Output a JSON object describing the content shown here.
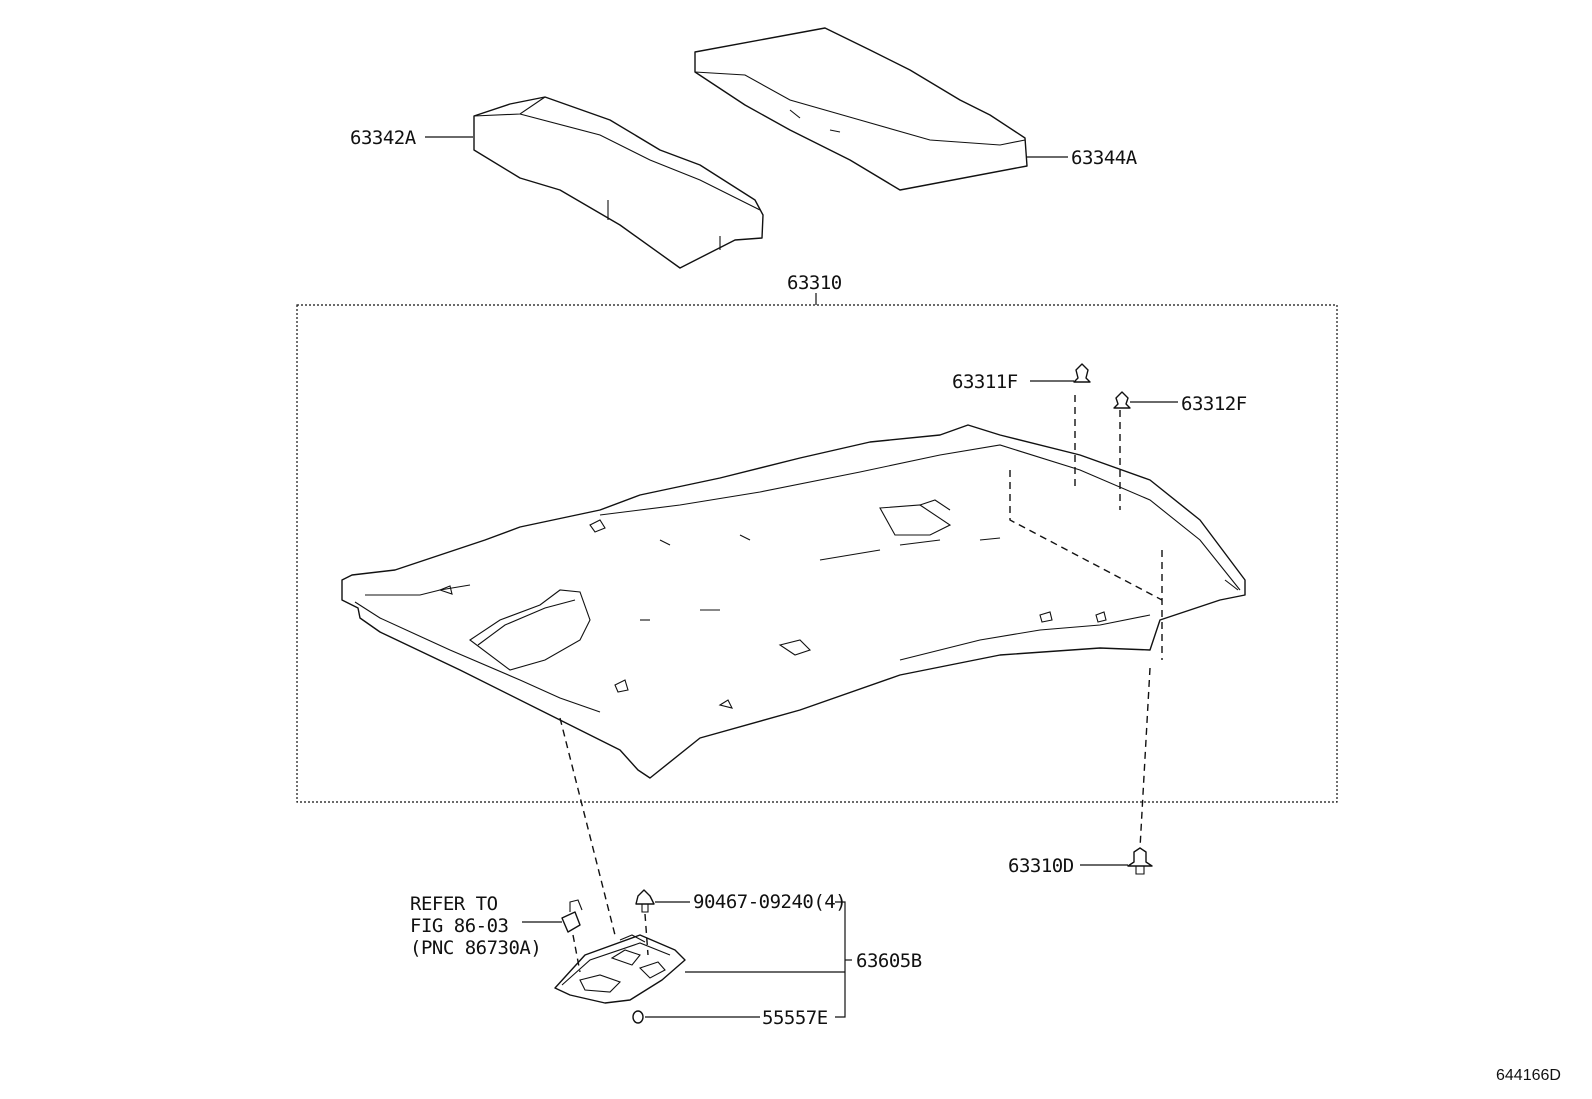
{
  "diagram": {
    "figure_id": "644166D",
    "callouts": {
      "p63342A": "63342A",
      "p63344A": "63344A",
      "p63310": "63310",
      "p63311F": "63311F",
      "p63312F": "63312F",
      "p63310D": "63310D",
      "p90467": "90467-09240(4)",
      "p63605B": "63605B",
      "p55557E": "55557E"
    },
    "reference_note": {
      "line1": "REFER TO",
      "line2": "FIG 86-03",
      "line3": "(PNC 86730A)"
    }
  }
}
